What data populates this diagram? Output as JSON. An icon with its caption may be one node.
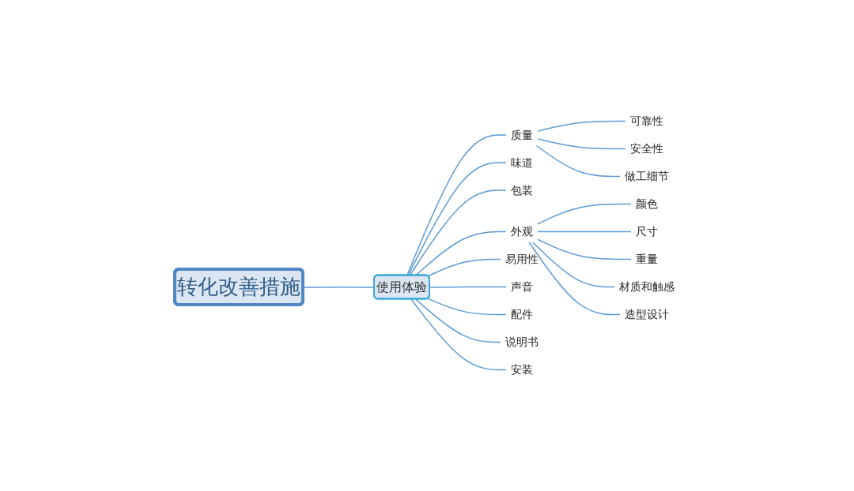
{
  "diagram": {
    "nodes": [
      {
        "text": [
          "转化改善措施"
        ]
      },
      {
        "text": [
          "使用体验"
        ]
      },
      {
        "text": [
          "质量"
        ]
      },
      {
        "text": [
          "可靠性"
        ]
      },
      {
        "text": [
          "安全性"
        ]
      },
      {
        "text": [
          "做工细节"
        ]
      },
      {
        "text": [
          "味道"
        ]
      },
      {
        "text": [
          "包装"
        ]
      },
      {
        "text": [
          "外观"
        ]
      },
      {
        "text": [
          "颜色"
        ]
      },
      {
        "text": [
          "尺寸"
        ]
      },
      {
        "text": [
          "重量"
        ]
      },
      {
        "text": [
          "材质和触感"
        ]
      },
      {
        "text": [
          "造型设计"
        ]
      },
      {
        "text": [
          "易用性"
        ]
      },
      {
        "text": [
          "声音"
        ]
      },
      {
        "text": [
          "配件"
        ]
      },
      {
        "text": [
          "说明书"
        ]
      },
      {
        "text": [
          "安装"
        ]
      }
    ],
    "edges": [
      {
        "from": 0,
        "to": 1,
        "arrow": "none"
      },
      {
        "from": 1,
        "to": 2,
        "arrow": "none"
      },
      {
        "from": 2,
        "to": 3,
        "arrow": "none"
      },
      {
        "from": 2,
        "to": 4,
        "arrow": "none"
      },
      {
        "from": 2,
        "to": 5,
        "arrow": "none"
      },
      {
        "from": 1,
        "to": 6,
        "arrow": "none"
      },
      {
        "from": 1,
        "to": 7,
        "arrow": "none"
      },
      {
        "from": 1,
        "to": 8,
        "arrow": "none"
      },
      {
        "from": 8,
        "to": 9,
        "arrow": "none"
      },
      {
        "from": 8,
        "to": 10,
        "arrow": "none"
      },
      {
        "from": 8,
        "to": 11,
        "arrow": "none"
      },
      {
        "from": 8,
        "to": 12,
        "arrow": "none"
      },
      {
        "from": 8,
        "to": 13,
        "arrow": "none"
      },
      {
        "from": 1,
        "to": 14,
        "arrow": "none"
      },
      {
        "from": 1,
        "to": 15,
        "arrow": "none"
      },
      {
        "from": 1,
        "to": 16,
        "arrow": "none"
      },
      {
        "from": 1,
        "to": 17,
        "arrow": "none"
      },
      {
        "from": 1,
        "to": 18,
        "arrow": "none"
      }
    ]
  }
}
